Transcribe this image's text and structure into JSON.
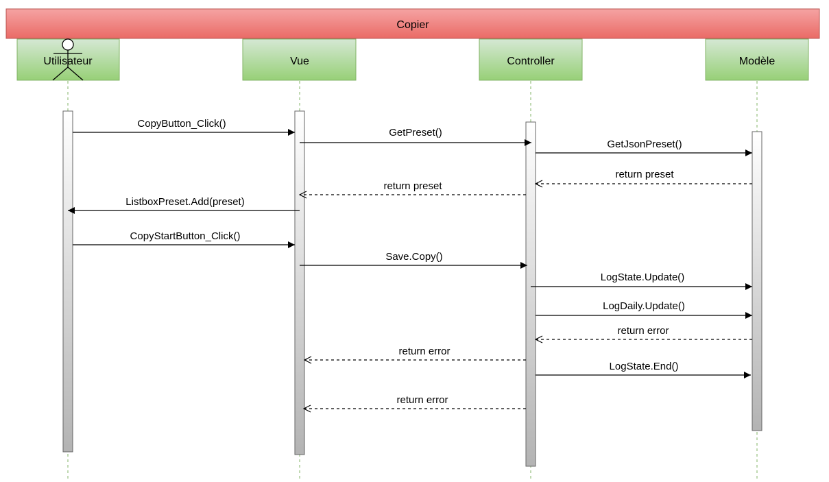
{
  "diagram": {
    "title": "Copier",
    "lifelines": [
      {
        "id": "utilisateur",
        "label": "Utilisateur",
        "actor": true
      },
      {
        "id": "vue",
        "label": "Vue",
        "actor": false
      },
      {
        "id": "controller",
        "label": "Controller",
        "actor": false
      },
      {
        "id": "modele",
        "label": "Modèle",
        "actor": false
      }
    ],
    "messages": [
      {
        "label": "CopyButton_Click()",
        "from": "utilisateur",
        "to": "vue",
        "kind": "call"
      },
      {
        "label": "GetPreset()",
        "from": "vue",
        "to": "controller",
        "kind": "call"
      },
      {
        "label": "GetJsonPreset()",
        "from": "controller",
        "to": "modele",
        "kind": "call"
      },
      {
        "label": "return preset",
        "from": "modele",
        "to": "controller",
        "kind": "return"
      },
      {
        "label": "return preset",
        "from": "controller",
        "to": "vue",
        "kind": "return"
      },
      {
        "label": "ListboxPreset.Add(preset)",
        "from": "vue",
        "to": "utilisateur",
        "kind": "call"
      },
      {
        "label": "CopyStartButton_Click()",
        "from": "utilisateur",
        "to": "vue",
        "kind": "call"
      },
      {
        "label": "Save.Copy()",
        "from": "vue",
        "to": "controller",
        "kind": "call"
      },
      {
        "label": "LogState.Update()",
        "from": "controller",
        "to": "modele",
        "kind": "call"
      },
      {
        "label": "LogDaily.Update()",
        "from": "controller",
        "to": "modele",
        "kind": "call"
      },
      {
        "label": "return error",
        "from": "modele",
        "to": "controller",
        "kind": "return"
      },
      {
        "label": "return error",
        "from": "controller",
        "to": "vue",
        "kind": "return"
      },
      {
        "label": "LogState.End()",
        "from": "controller",
        "to": "modele",
        "kind": "call"
      },
      {
        "label": "return error",
        "from": "controller",
        "to": "vue",
        "kind": "return"
      }
    ],
    "colors": {
      "title_fill_top": "#f5a3a3",
      "title_fill_bottom": "#ea6b66",
      "title_stroke": "#b85450",
      "lane_fill_top": "#d5e8d4",
      "lane_fill_bottom": "#97d077",
      "lane_stroke": "#82b366",
      "lifeline_dash": "#82b366",
      "activation_top": "#ffffff",
      "activation_bottom": "#b3b3b3",
      "activation_stroke": "#666666",
      "arrow": "#000000"
    }
  }
}
